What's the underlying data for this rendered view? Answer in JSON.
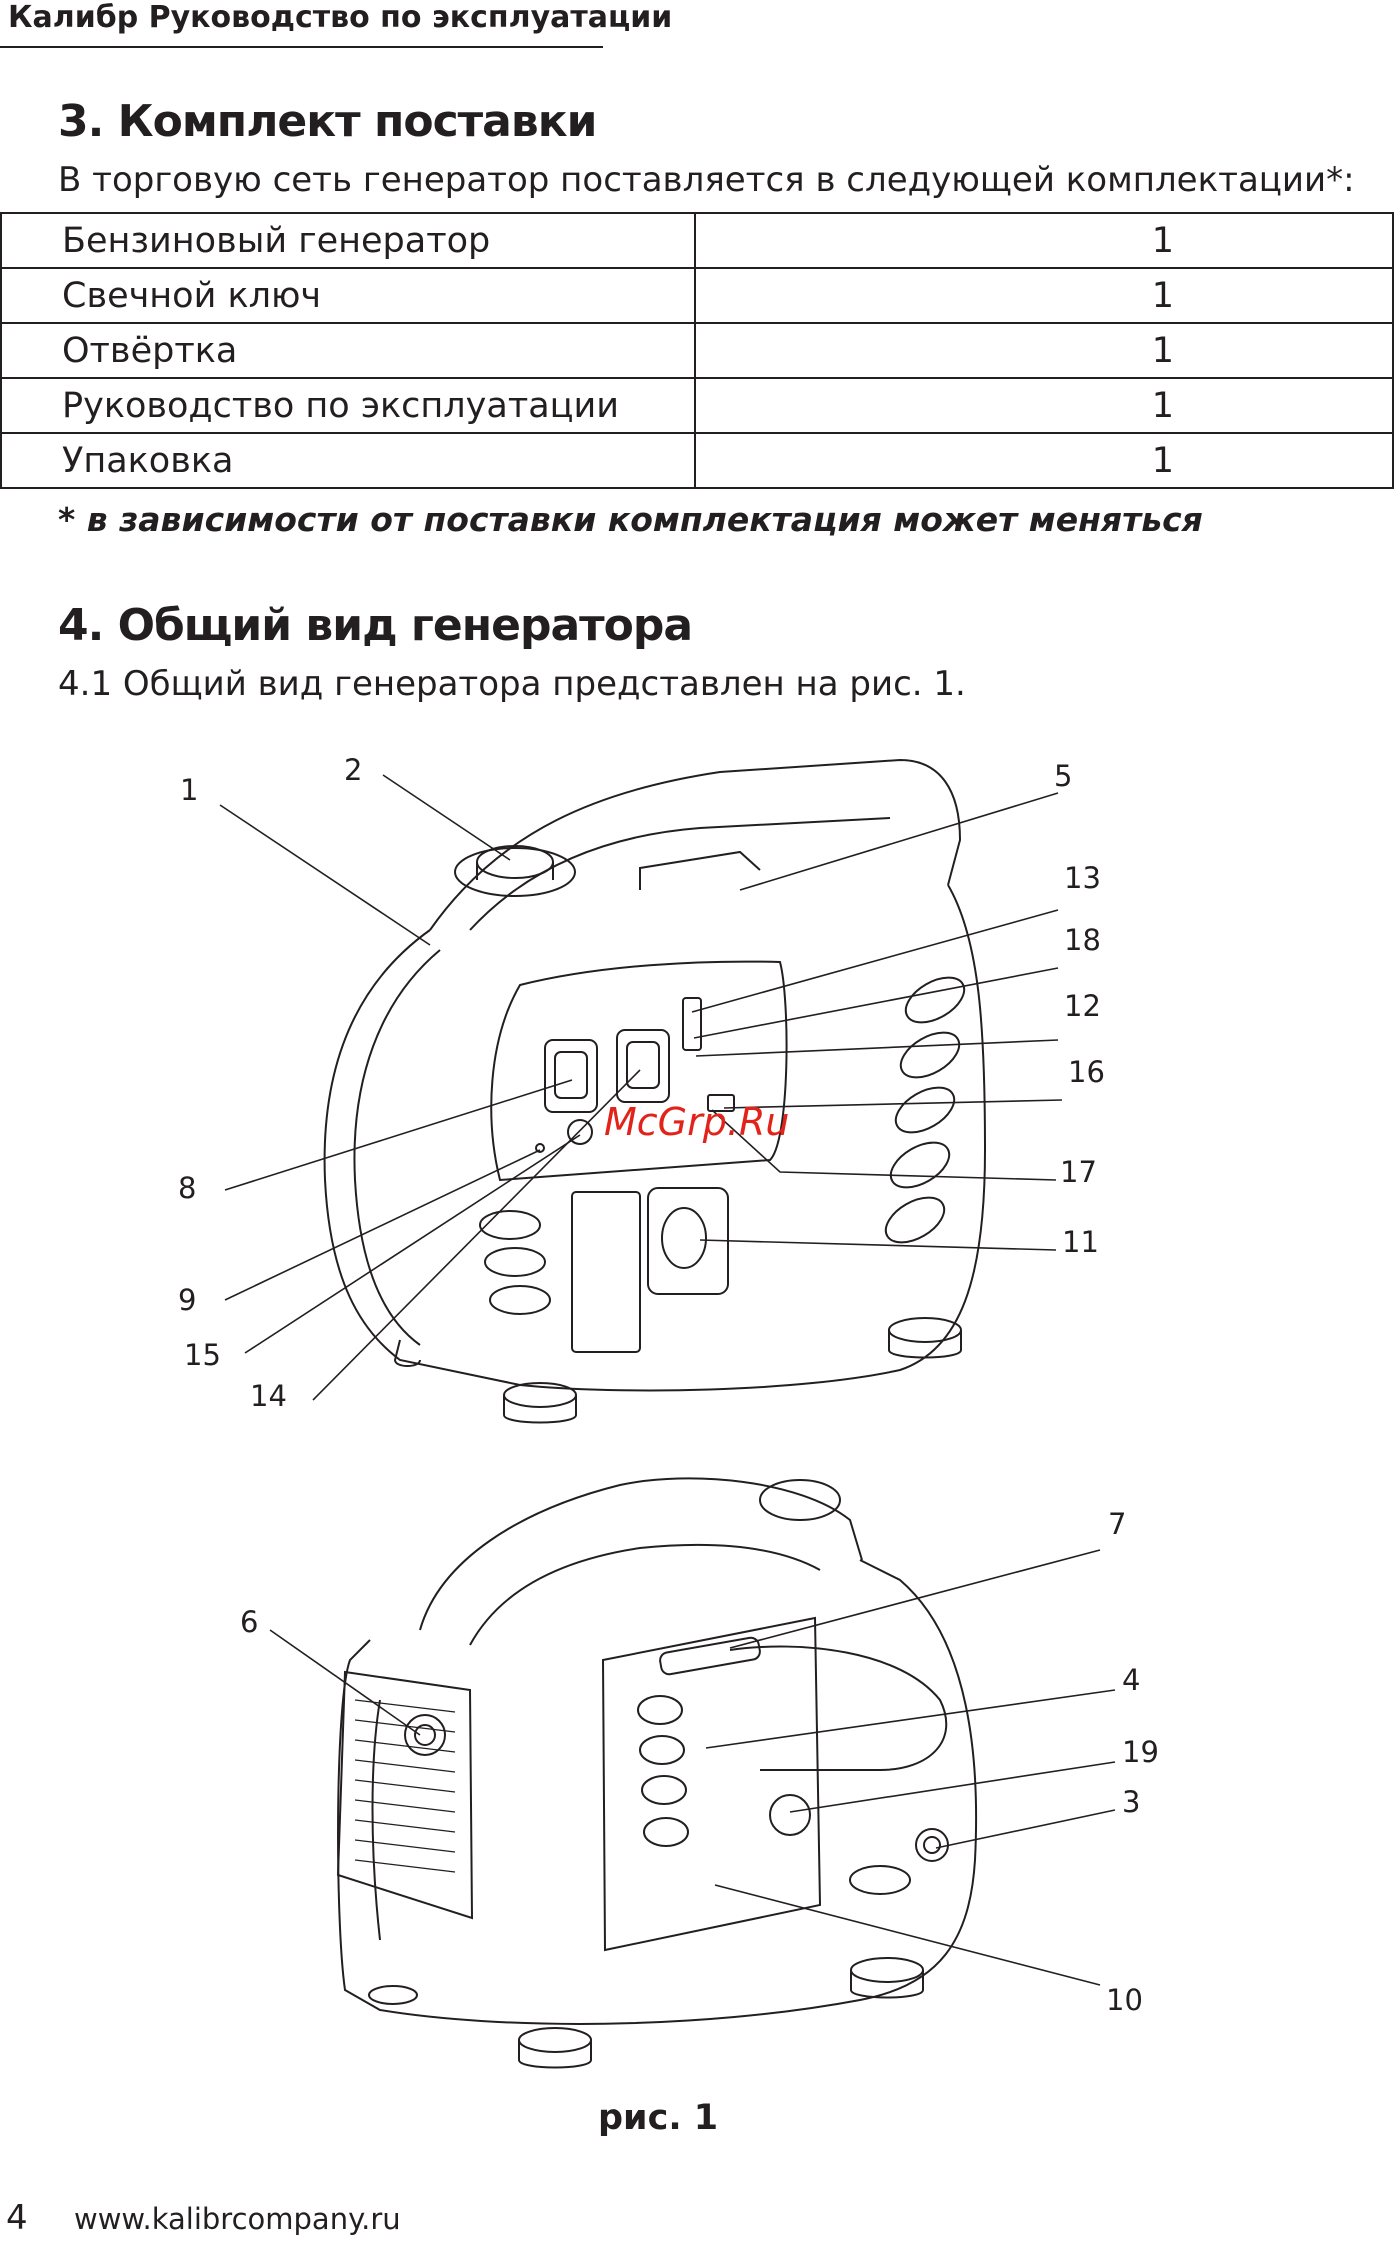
{
  "header": {
    "title": "Калибр Руководство по эксплуатации"
  },
  "section3": {
    "title": "3. Комплект поставки",
    "intro": "В торговую сеть генератор поставляется в следующей комплектации*:",
    "items": [
      {
        "name": "Бензиновый генератор",
        "qty": "1"
      },
      {
        "name": "Свечной ключ",
        "qty": "1"
      },
      {
        "name": "Отвёртка",
        "qty": "1"
      },
      {
        "name": "Руководство по эксплуатации",
        "qty": "1"
      },
      {
        "name": "Упаковка",
        "qty": "1"
      }
    ],
    "footnote": "* в зависимости от поставки комплектация может меняться"
  },
  "section4": {
    "title": "4. Общий вид генератора",
    "text": "4.1 Общий вид генератора представлен на рис. 1."
  },
  "figure": {
    "watermark": "McGrp.Ru",
    "caption": "рис. 1",
    "callouts_top": [
      "1",
      "2",
      "5",
      "13",
      "18",
      "12",
      "16",
      "17",
      "11",
      "8",
      "9",
      "15",
      "14"
    ],
    "callouts_bottom": [
      "7",
      "6",
      "4",
      "19",
      "3",
      "10"
    ]
  },
  "footer": {
    "page_number": "4",
    "url": "www.kalibrcompany.ru"
  }
}
